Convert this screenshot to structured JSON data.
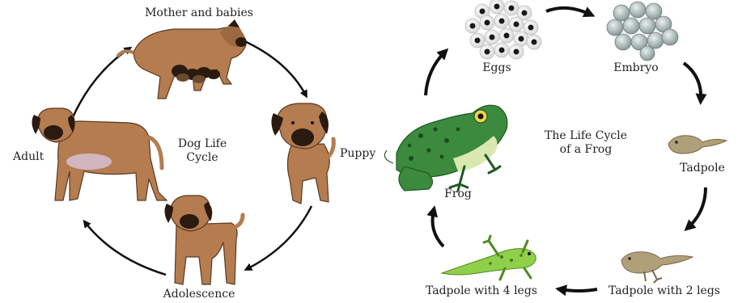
{
  "dog_cycle": {
    "title_line1": "Dog Life",
    "title_line2": "Cycle",
    "stages": {
      "mother": "Mother and babies",
      "puppy": "Puppy",
      "adolescence": "Adolescence",
      "adult": "Adult"
    }
  },
  "frog_cycle": {
    "title_line1": "The Life Cycle",
    "title_line2": "of a Frog",
    "stages": {
      "eggs": "Eggs",
      "embryo": "Embryo",
      "tadpole": "Tadpole",
      "tadpole_2_legs": "Tadpole with 2 legs",
      "tadpole_4_legs": "Tadpole with 4 legs",
      "frog": "Frog"
    }
  },
  "colors": {
    "dog_fur": "#b47c4f",
    "dog_dark": "#2a1a10",
    "frog_green": "#3b8a3e",
    "frog_light": "#d8e8b0",
    "tadpole": "#b0a07a",
    "froglet": "#8fcf4a",
    "arrow": "#111111"
  }
}
